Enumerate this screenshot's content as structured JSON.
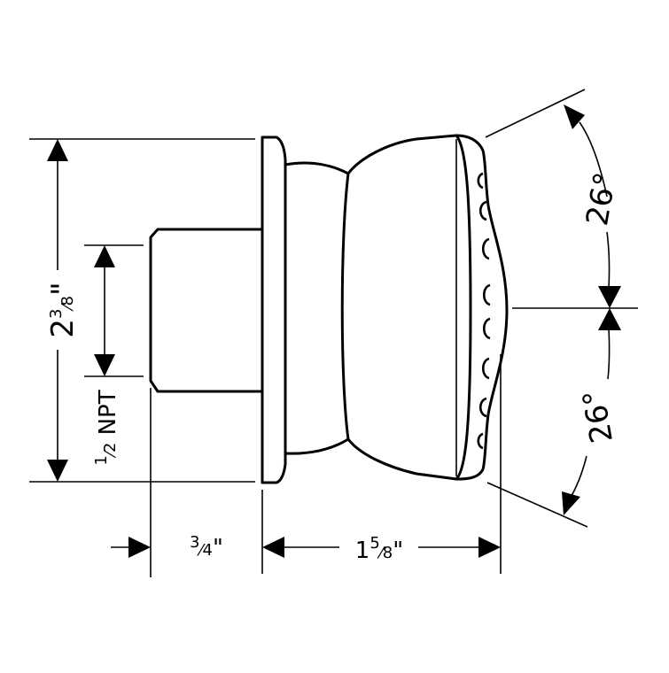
{
  "drawing": {
    "dimensions": {
      "overall_height": {
        "whole": "2",
        "num": "3",
        "den": "8",
        "unit": "\""
      },
      "thread": {
        "num": "1",
        "den": "2",
        "label": "NPT"
      },
      "inlet_length": {
        "num": "3",
        "den": "4",
        "unit": "\""
      },
      "head_depth": {
        "whole": "1",
        "num": "5",
        "den": "8",
        "unit": "\""
      },
      "pivot_up": {
        "value": "26",
        "unit": "°"
      },
      "pivot_down": {
        "value": "26",
        "unit": "°"
      }
    }
  }
}
